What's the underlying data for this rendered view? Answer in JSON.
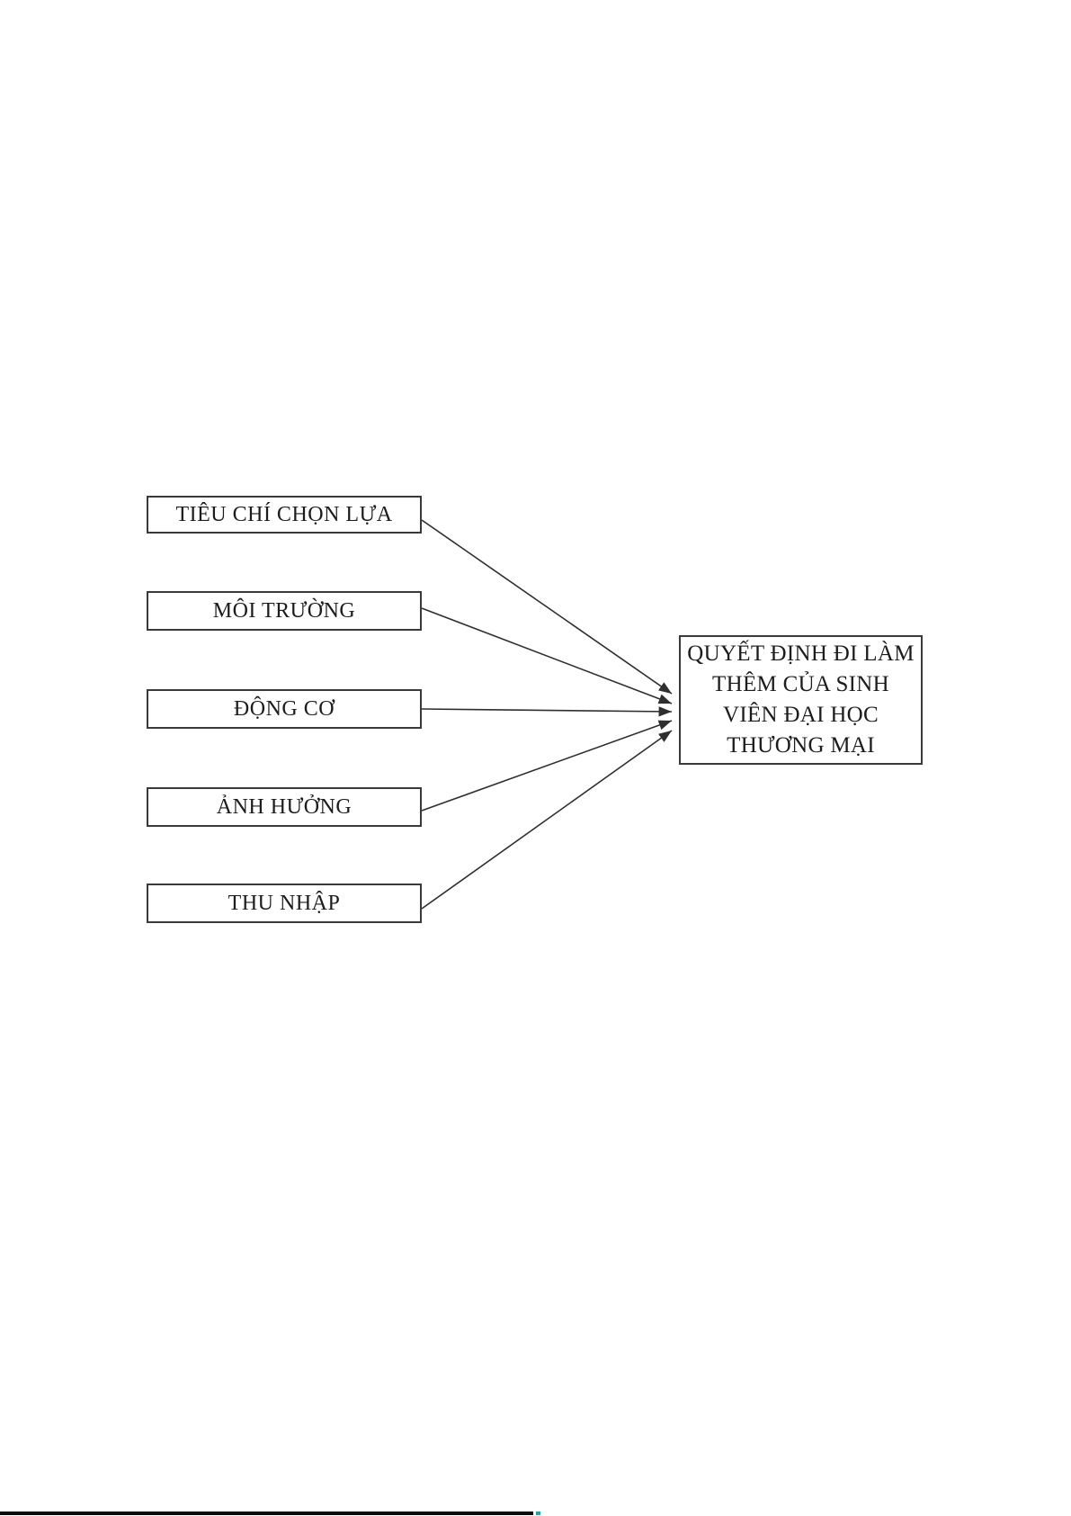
{
  "diagram": {
    "factors": [
      {
        "label": "TIÊU CHÍ CHỌN LỰA"
      },
      {
        "label": "MÔI TRƯỜNG"
      },
      {
        "label": "ĐỘNG CƠ"
      },
      {
        "label": "ẢNH HƯỞNG"
      },
      {
        "label": "THU NHẬP"
      }
    ],
    "outcome": {
      "label": "QUYẾT ĐỊNH ĐI LÀM THÊM CỦA SINH VIÊN ĐẠI HỌC THƯƠNG MẠI",
      "lines": [
        "QUYẾT ĐỊNH ĐI LÀM",
        "THÊM CỦA SINH",
        "VIÊN ĐẠI HỌC",
        "THƯƠNG MẠI"
      ]
    },
    "relations": [
      {
        "from": "TIÊU CHÍ CHỌN LỰA",
        "to": "QUYẾT ĐỊNH ĐI LÀM THÊM CỦA SINH VIÊN ĐẠI HỌC THƯƠNG MẠI"
      },
      {
        "from": "MÔI TRƯỜNG",
        "to": "QUYẾT ĐỊNH ĐI LÀM THÊM CỦA SINH VIÊN ĐẠI HỌC THƯƠNG MẠI"
      },
      {
        "from": "ĐỘNG CƠ",
        "to": "QUYẾT ĐỊNH ĐI LÀM THÊM CỦA SINH VIÊN ĐẠI HỌC THƯƠNG MẠI"
      },
      {
        "from": "ẢNH HƯỞNG",
        "to": "QUYẾT ĐỊNH ĐI LÀM THÊM CỦA SINH VIÊN ĐẠI HỌC THƯƠNG MẠI"
      },
      {
        "from": "THU NHẬP",
        "to": "QUYẾT ĐỊNH ĐI LÀM THÊM CỦA SINH VIÊN ĐẠI HỌC THƯƠNG MẠI"
      }
    ],
    "colors": {
      "box_border": "#3a3a3a",
      "text": "#1c1c1c",
      "arrow": "#2f2f2f",
      "background": "#ffffff",
      "footer_bar": "#0a0a0a",
      "footer_tick": "#1fa7a3"
    }
  }
}
